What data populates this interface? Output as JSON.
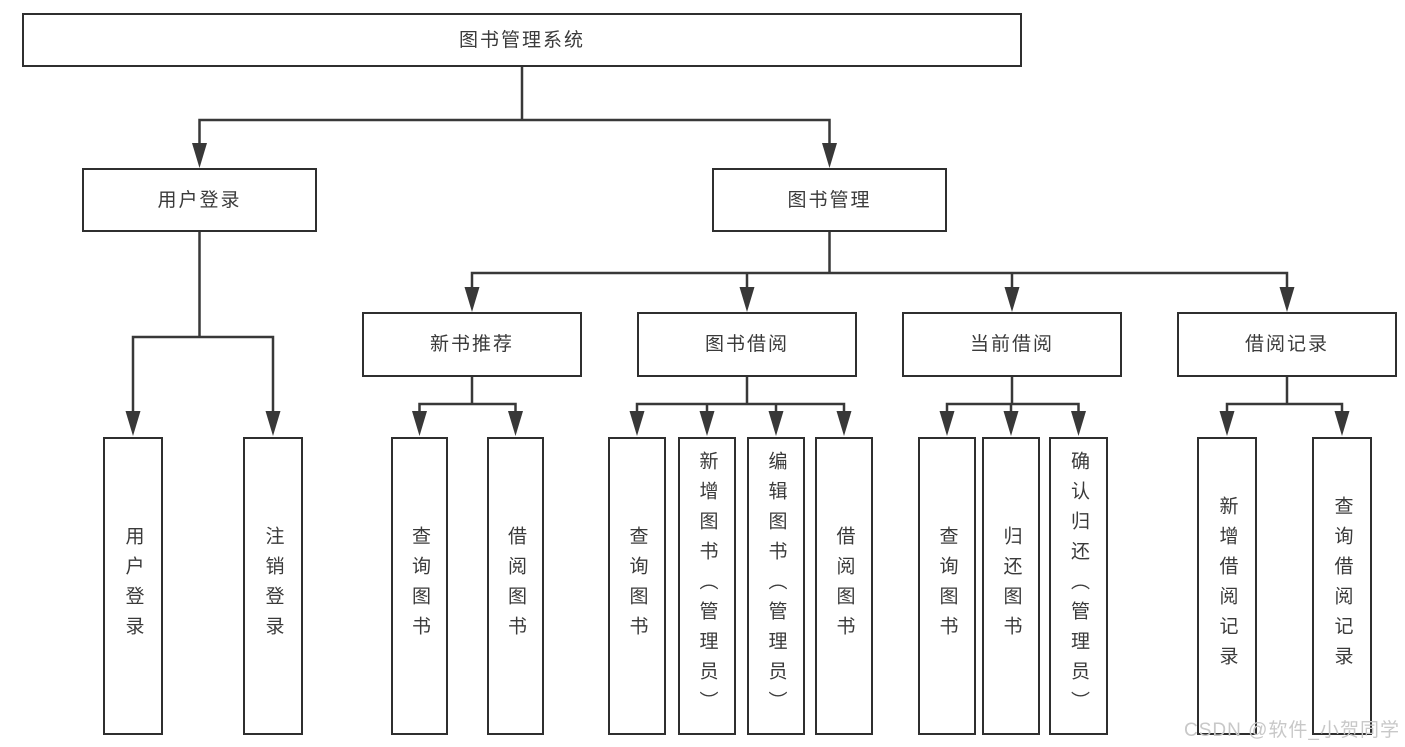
{
  "colors": {
    "line": "#383838",
    "box_border": "#2f2f2f",
    "box_fill": "#ffffff",
    "text": "#3a3a3a",
    "watermark": "#c8c8c8"
  },
  "nodes": {
    "root": {
      "label": "图书管理系统"
    },
    "user_login": {
      "label": "用户登录"
    },
    "book_management": {
      "label": "图书管理"
    },
    "new_book_recommendation": {
      "label": "新书推荐"
    },
    "book_borrowing": {
      "label": "图书借阅"
    },
    "current_borrowing": {
      "label": "当前借阅"
    },
    "borrowing_records": {
      "label": "借阅记录"
    },
    "leaf_user_login": {
      "label": "用户登录"
    },
    "leaf_logout": {
      "label": "注销登录"
    },
    "leaf_nb_query_books": {
      "label": "查询图书"
    },
    "leaf_nb_borrow_books": {
      "label": "借阅图书"
    },
    "leaf_bb_query_books": {
      "label": "查询图书"
    },
    "leaf_bb_add_books": {
      "label": "新增图书（管理员）"
    },
    "leaf_bb_edit_books": {
      "label": "编辑图书（管理员）"
    },
    "leaf_bb_borrow_books": {
      "label": "借阅图书"
    },
    "leaf_cb_query_books": {
      "label": "查询图书"
    },
    "leaf_cb_return_books": {
      "label": "归还图书"
    },
    "leaf_cb_confirm_return": {
      "label": "确认归还（管理员）"
    },
    "leaf_br_add_record": {
      "label": "新增借阅记录"
    },
    "leaf_br_query_record": {
      "label": "查询借阅记录"
    }
  },
  "watermark": {
    "text": "CSDN @软件_小贺同学"
  }
}
